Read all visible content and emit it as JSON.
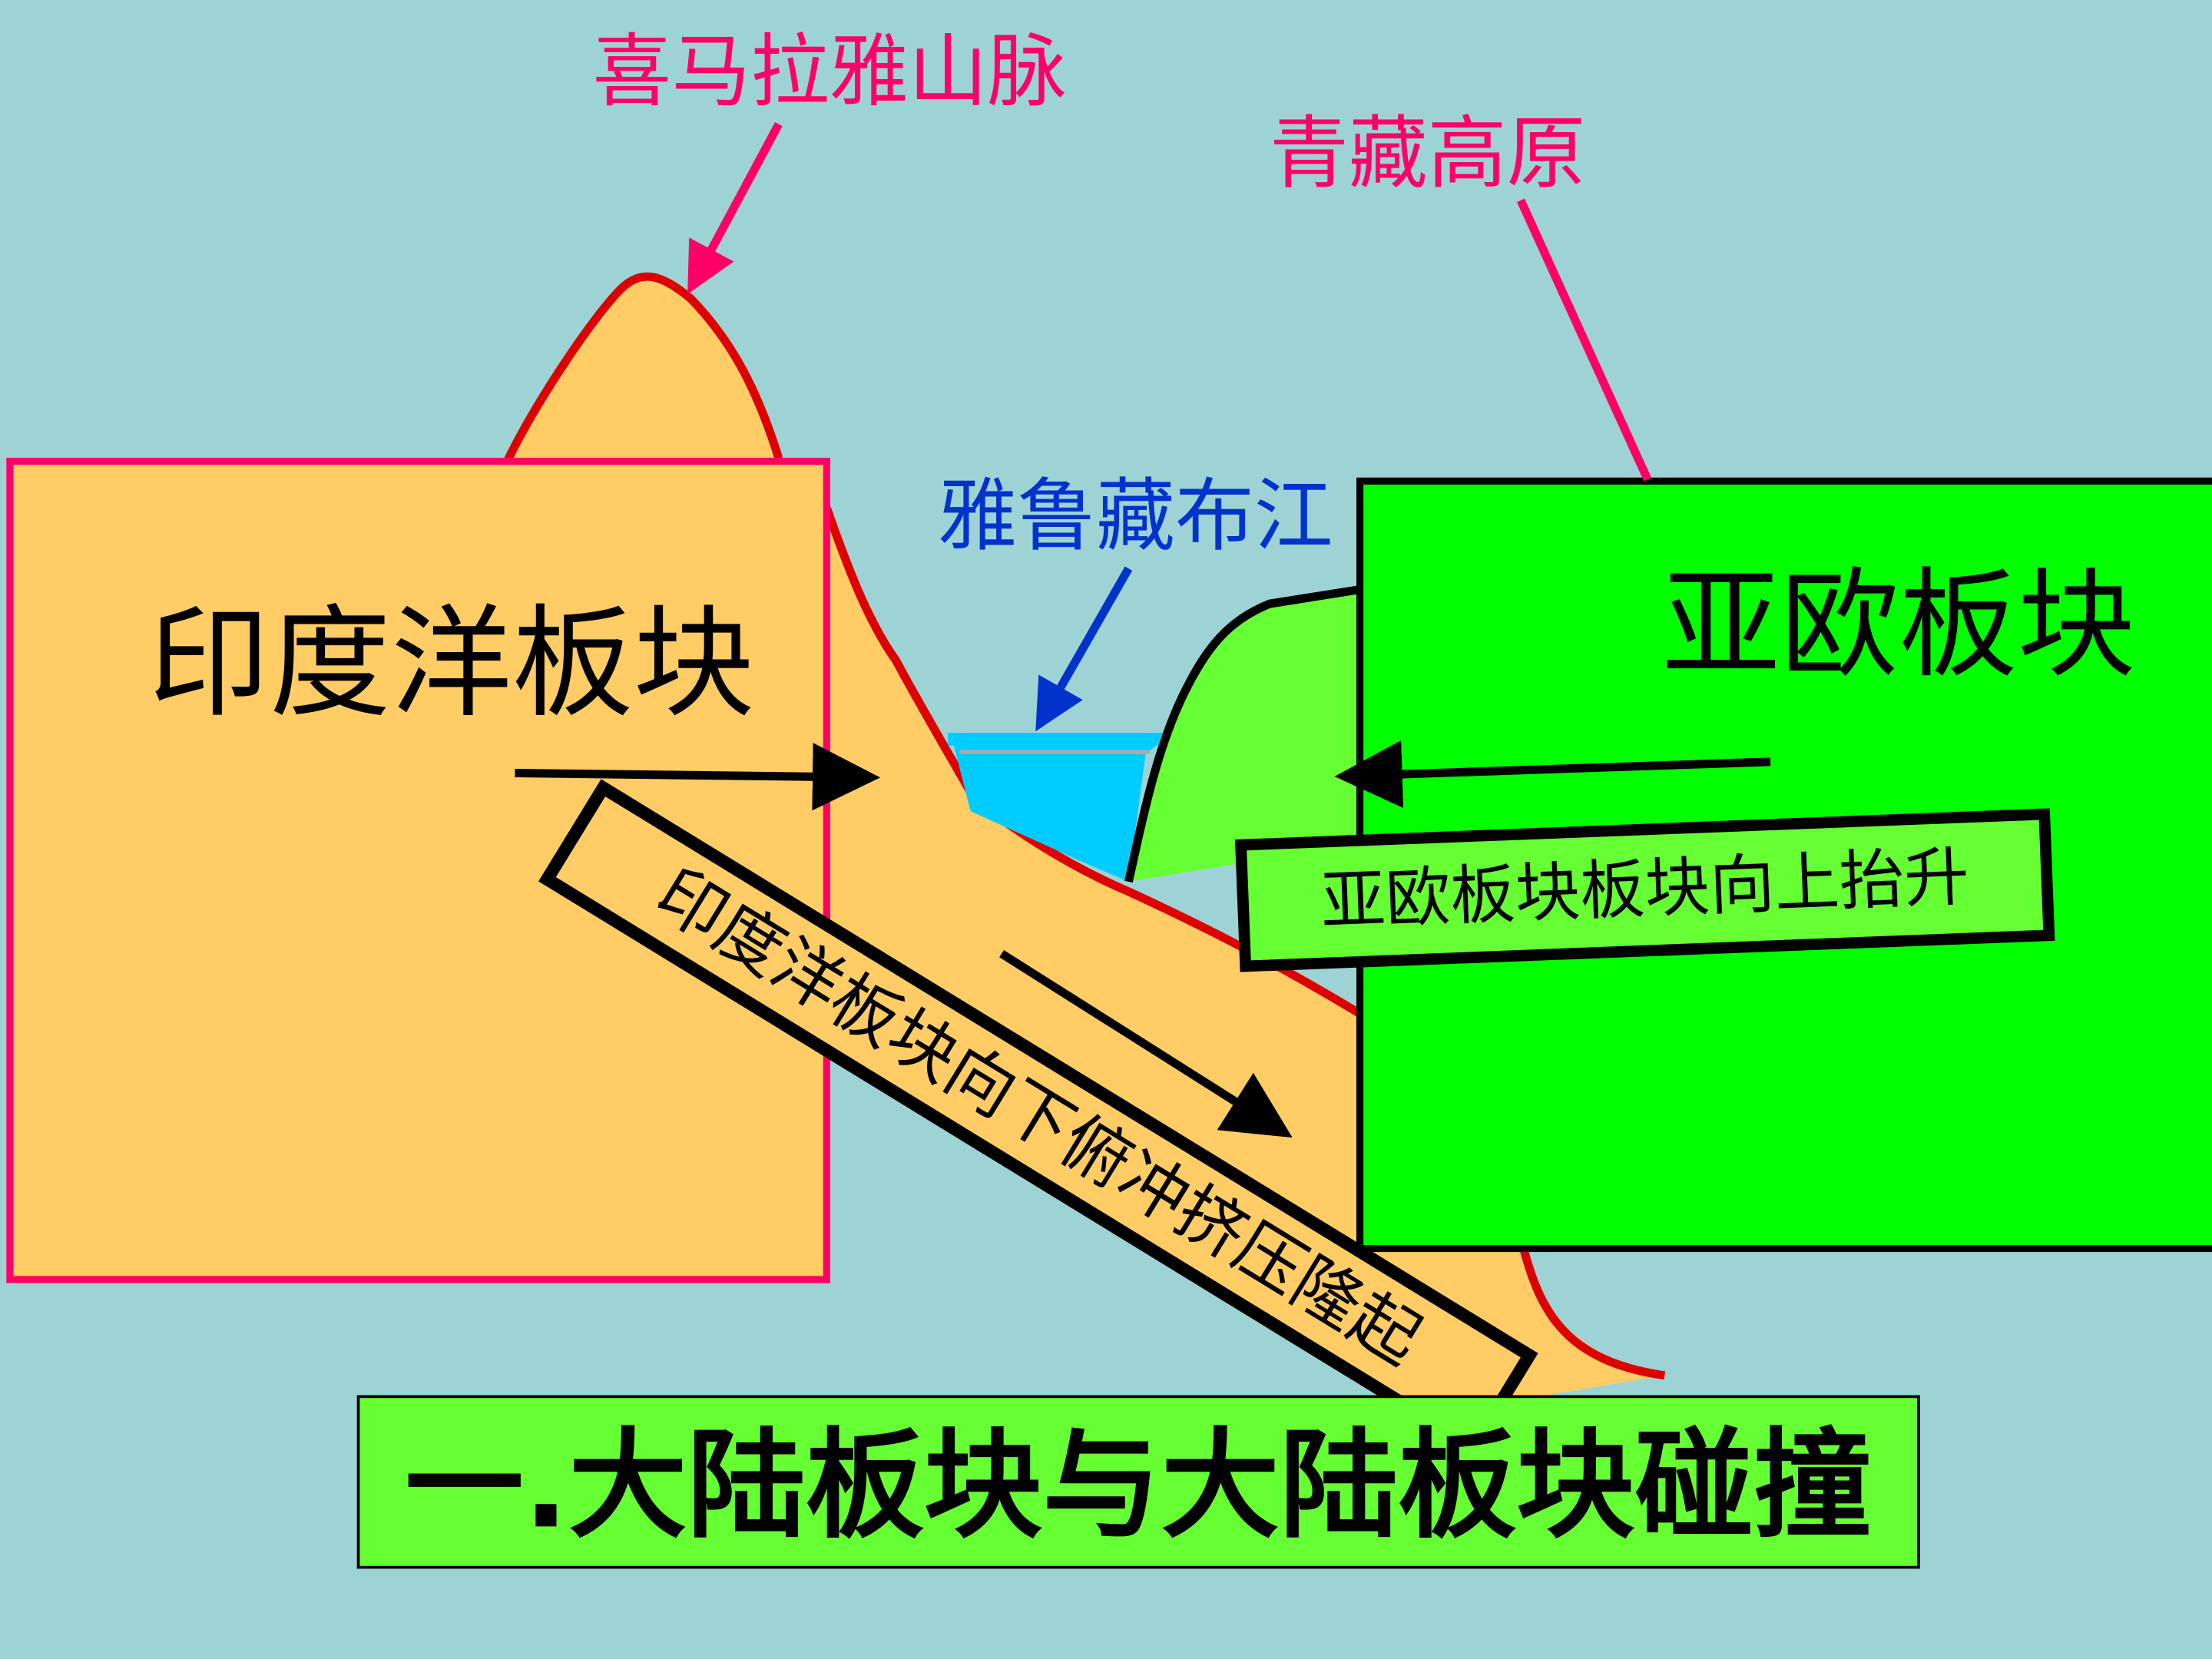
{
  "labels": {
    "himalaya": "喜马拉雅山脉",
    "tibet_plateau": "青藏高原",
    "yarlung_tsangpo": "雅鲁藏布江",
    "indian_plate": "印度洋板块",
    "eurasian_plate": "亚欧板块",
    "subduction_note": "印度洋板块向下俯冲挤压隆起",
    "uplift_note": "亚欧板块板块向上抬升",
    "title": "一.大陆板块与大陆板块碰撞"
  },
  "colors": {
    "background": "#9ED3D6",
    "indian_plate_fill": "#FFCC66",
    "indian_plate_border": "#FF0066",
    "mountain_outline": "#DD0000",
    "eurasian_plate_fill": "#00FF00",
    "plateau_fill": "#66FF33",
    "river_fill": "#00CCFF",
    "label_pink": "#FF0066",
    "label_blue": "#0033CC"
  }
}
